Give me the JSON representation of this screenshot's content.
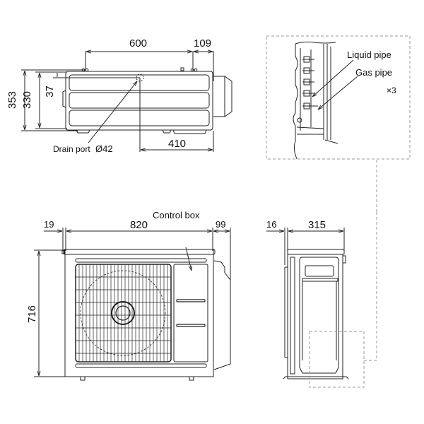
{
  "diagram": {
    "title": "Outdoor unit dimensional drawing",
    "units": "mm",
    "top_view": {
      "dimensions": {
        "bolt_spacing": "600",
        "right_overhang": "109",
        "overall_depth": "353",
        "body_depth": "330",
        "drain_offset": "37",
        "drain_to_right": "410"
      },
      "labels": {
        "drain_port": "Drain port",
        "drain_diameter": "Ø42"
      }
    },
    "detail_view": {
      "labels": {
        "liquid_pipe": "Liquid pipe",
        "gas_pipe": "Gas pipe",
        "multiplier": "×3"
      }
    },
    "front_view": {
      "dimensions": {
        "left_offset": "19",
        "width": "820",
        "right_protrusion": "99",
        "height": "716"
      },
      "labels": {
        "control_box": "Control box"
      }
    },
    "side_view": {
      "dimensions": {
        "left_offset": "16",
        "depth": "315"
      }
    }
  },
  "colors": {
    "line": "#222222",
    "dashed": "#999999",
    "background": "#ffffff"
  }
}
